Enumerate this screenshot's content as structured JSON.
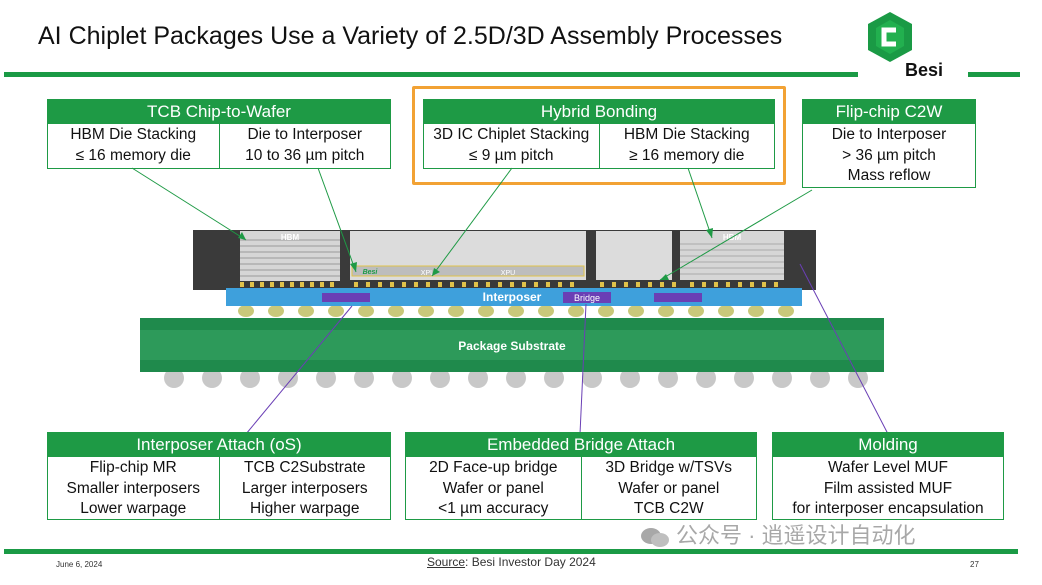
{
  "title": "AI Chiplet Packages Use a Variety of 2.5D/3D Assembly Processes",
  "logo": {
    "text": "Besi",
    "color": "#1a9a45"
  },
  "top_boxes": [
    {
      "id": "tcb",
      "header": "TCB Chip-to-Wafer",
      "columns": [
        [
          "HBM Die Stacking",
          "≤ 16 memory die"
        ],
        [
          "Die to Interposer",
          "10 to 36 µm pitch"
        ]
      ]
    },
    {
      "id": "hybrid",
      "header": "Hybrid Bonding",
      "columns": [
        [
          "3D IC Chiplet Stacking",
          "≤ 9 µm pitch"
        ],
        [
          "HBM Die Stacking",
          "≥ 16 memory die"
        ]
      ]
    },
    {
      "id": "flipchip",
      "header": "Flip-chip C2W",
      "columns": [
        [
          "Die to Interposer",
          "> 36 µm pitch",
          "Mass reflow"
        ]
      ]
    }
  ],
  "bottom_boxes": [
    {
      "id": "interposer-attach",
      "header": "Interposer Attach (oS)",
      "columns": [
        [
          "Flip-chip MR",
          "Smaller interposers",
          "Lower warpage"
        ],
        [
          "TCB C2Substrate",
          "Larger interposers",
          "Higher warpage"
        ]
      ]
    },
    {
      "id": "bridge-attach",
      "header": "Embedded Bridge Attach",
      "columns": [
        [
          "2D Face-up bridge",
          "Wafer or panel",
          "<1 µm accuracy"
        ],
        [
          "3D Bridge w/TSVs",
          "Wafer or panel",
          "TCB C2W"
        ]
      ]
    },
    {
      "id": "molding",
      "header": "Molding",
      "columns": [
        [
          "Wafer Level MUF",
          "Film assisted MUF",
          "for interposer encapsulation"
        ]
      ]
    }
  ],
  "diagram": {
    "hbm_left": "HBM",
    "hbm_right": "HBM",
    "besi_small": "Besi",
    "xpu_left": "XPU",
    "xpu_right": "XPU",
    "interposer": "Interposer",
    "bridge": "Bridge",
    "substrate": "Package Substrate",
    "colors": {
      "interposer": "#3ea0dc",
      "substrate": "#2d9a5a",
      "bridge": "#6a3fb5",
      "highlight": "#f2a234"
    }
  },
  "footer": {
    "date": "June 6, 2024",
    "source_label": "Source",
    "source_text": ": Besi Investor Day 2024",
    "page": "27"
  },
  "watermark": "公众号 · 逍遥设计自动化"
}
